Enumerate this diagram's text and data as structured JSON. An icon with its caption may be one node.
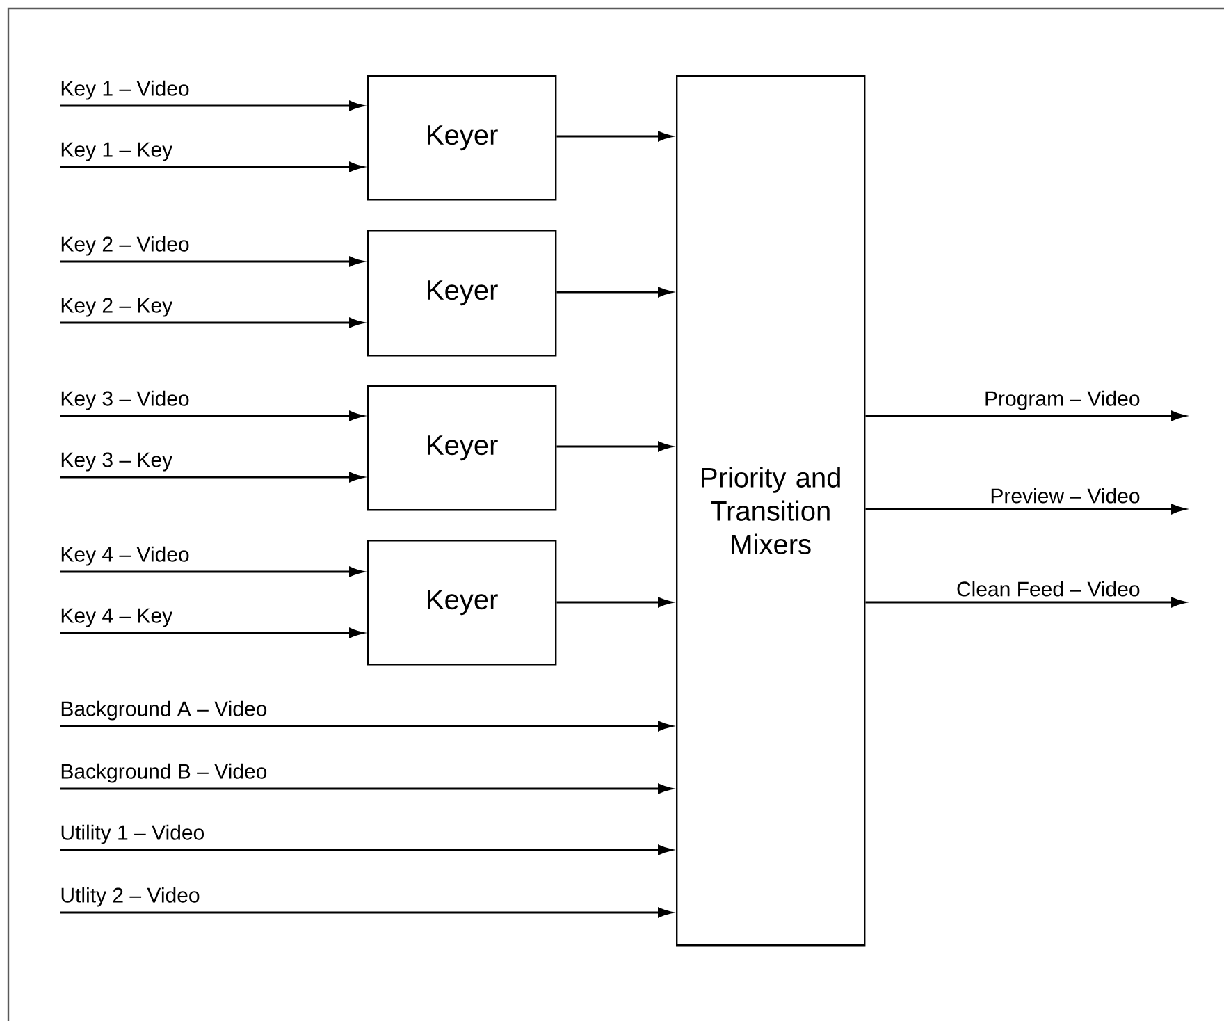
{
  "diagram": {
    "nodes": [
      {
        "text": [
          "Keyer"
        ]
      },
      {
        "text": [
          "Keyer"
        ]
      },
      {
        "text": [
          "Keyer"
        ]
      },
      {
        "text": [
          "Keyer"
        ]
      },
      {
        "text": [
          "Priority and Transition Mixers"
        ]
      }
    ],
    "edges": [
      {
        "from": null,
        "to": 0,
        "arrow": "to",
        "label": "Key 1 – Video"
      },
      {
        "from": null,
        "to": 0,
        "arrow": "to",
        "label": "Key 1 – Key"
      },
      {
        "from": null,
        "to": 1,
        "arrow": "to",
        "label": "Key 2 – Video"
      },
      {
        "from": null,
        "to": 1,
        "arrow": "to",
        "label": "Key 2 – Key"
      },
      {
        "from": null,
        "to": 2,
        "arrow": "to",
        "label": "Key 3 – Video"
      },
      {
        "from": null,
        "to": 2,
        "arrow": "to",
        "label": "Key 3 – Key"
      },
      {
        "from": null,
        "to": 3,
        "arrow": "to",
        "label": "Key 4 – Video"
      },
      {
        "from": null,
        "to": 3,
        "arrow": "to",
        "label": "Key 4 – Key"
      },
      {
        "from": 0,
        "to": 4,
        "arrow": "to"
      },
      {
        "from": 1,
        "to": 4,
        "arrow": "to"
      },
      {
        "from": 2,
        "to": 4,
        "arrow": "to"
      },
      {
        "from": 3,
        "to": 4,
        "arrow": "to"
      },
      {
        "from": null,
        "to": 4,
        "arrow": "to",
        "label": "Background A – Video"
      },
      {
        "from": null,
        "to": 4,
        "arrow": "to",
        "label": "Background B – Video"
      },
      {
        "from": null,
        "to": 4,
        "arrow": "to",
        "label": "Utility 1 – Video"
      },
      {
        "from": null,
        "to": 4,
        "arrow": "to",
        "label": "Utlity 2 – Video"
      },
      {
        "from": 4,
        "to": null,
        "arrow": "to",
        "label": "Program – Video"
      },
      {
        "from": 4,
        "to": null,
        "arrow": "to",
        "label": "Preview – Video"
      },
      {
        "from": 4,
        "to": null,
        "arrow": "to",
        "label": "Clean Feed – Video"
      }
    ]
  }
}
